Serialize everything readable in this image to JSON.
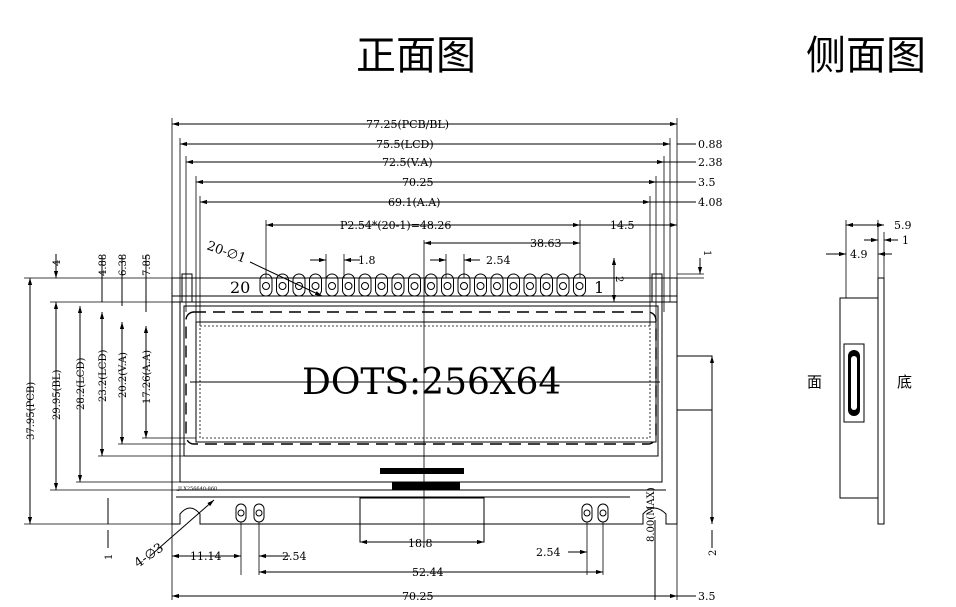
{
  "titles": {
    "front": "正面图",
    "side": "侧面图"
  },
  "front_view": {
    "dims_top": {
      "pcb_bl": "77.25(PCB/BL)",
      "lcd": "75.5(LCD)",
      "va": "72.5(V.A)",
      "w7025": "70.25",
      "aa": "69.1(A.A)",
      "pitch": "P2.54*(20-1)=48.26",
      "p3863": "38.63",
      "p145": "14.5"
    },
    "dims_right": {
      "r088": "0.88",
      "r238": "2.38",
      "r35": "3.5",
      "r408": "4.08",
      "r1": "1",
      "r2": "2",
      "max": "8.00(MAX)",
      "r2b": "2",
      "r35b": "3.5"
    },
    "dims_left": {
      "h4": "4",
      "h488": "4.88",
      "h638": "6.38",
      "h785": "7.85",
      "pcb": "37.95(PCB)",
      "bl": "29.95(BL)",
      "lcd": "28.2(LCD)",
      "va": "23.2(LCD)",
      "va2": "20.2(V.A)",
      "aa": "17.26(A.A)",
      "h1": "1"
    },
    "dims_pins": {
      "p18": "1.8",
      "p254": "2.54"
    },
    "dims_bottom": {
      "b1114": "11.14",
      "b254a": "2.54",
      "b188": "18.8",
      "b254b": "2.54",
      "b5244": "52.44",
      "b7025": "70.25"
    },
    "pins": {
      "pin20": "20",
      "pin1": "1",
      "holes": "20-∅1",
      "mount": "4-∅3"
    },
    "display_text": "DOTS:256X64",
    "part_no": "JLX256640-860"
  },
  "side_view": {
    "d59": "5.9",
    "d1": "1",
    "d49": "4.9",
    "face": "面",
    "bottom": "底"
  }
}
